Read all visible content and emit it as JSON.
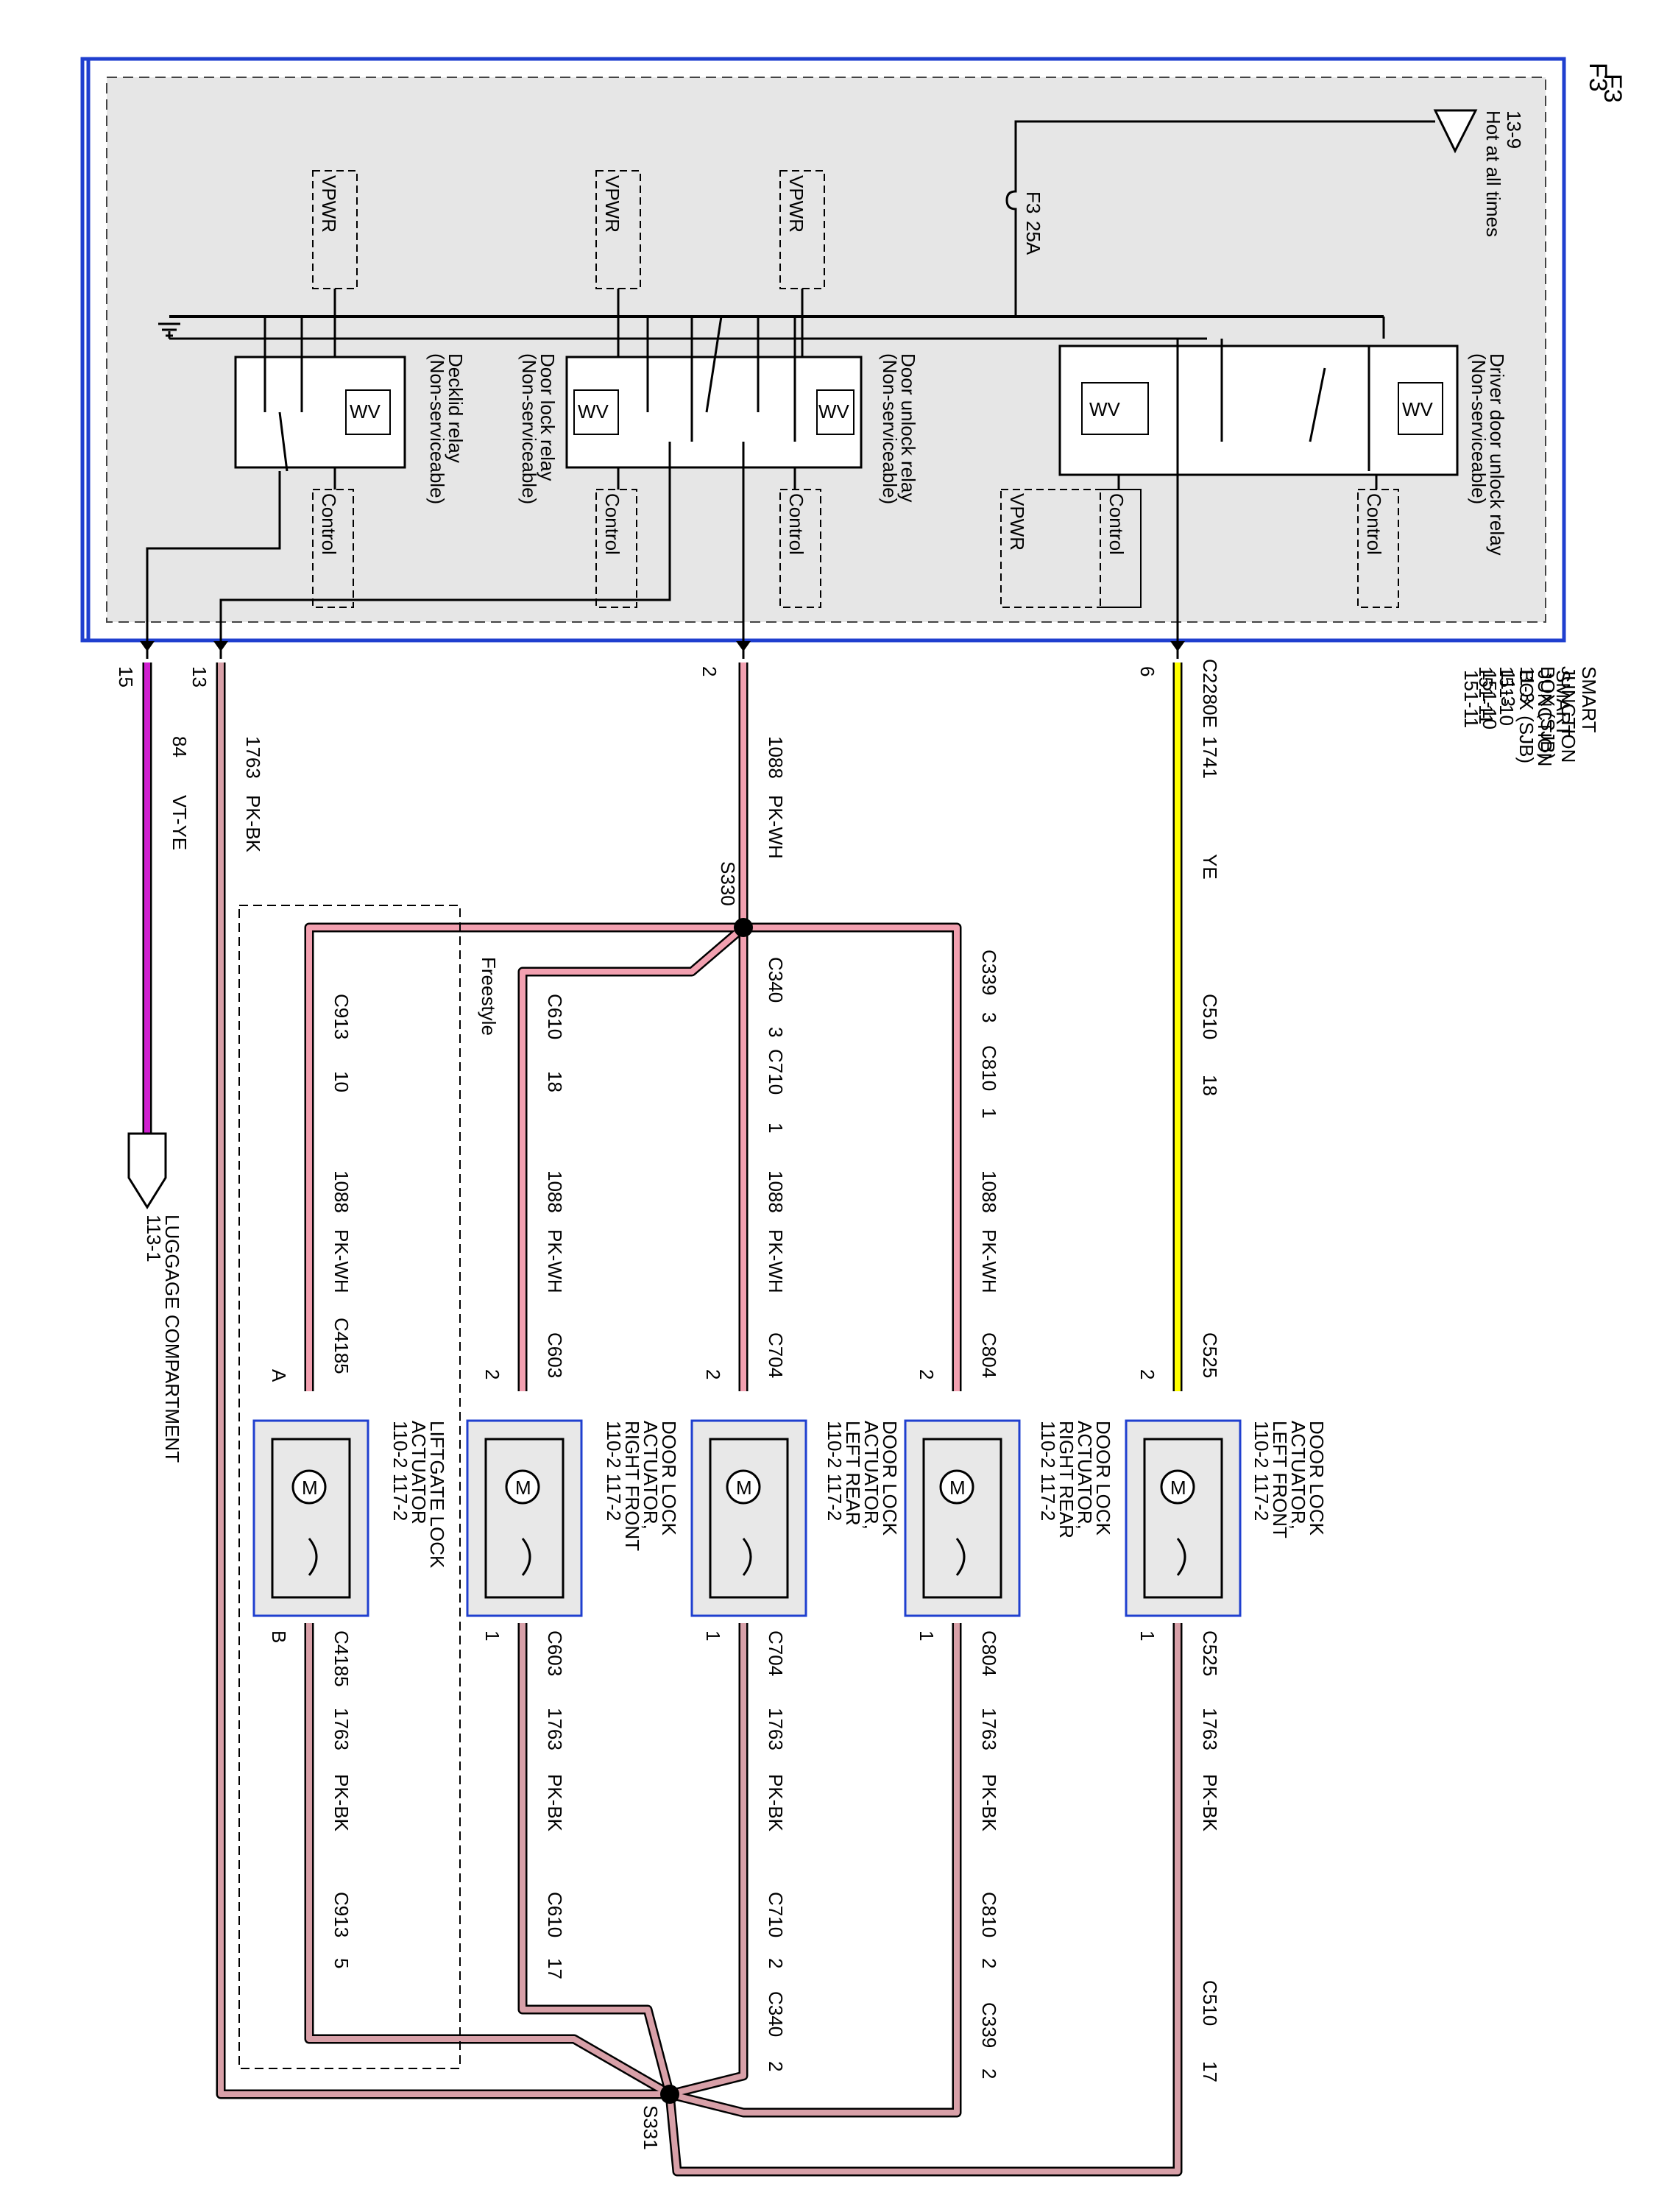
{
  "page_label": "F3",
  "sjb": {
    "name_lines": [
      "SMART",
      "JUNCTION",
      "BOX (SJB)"
    ],
    "refs": [
      "11-3",
      "151-10",
      "151-11"
    ],
    "connector": "C2280E",
    "pins": {
      "p6": "6",
      "p2": "2",
      "p13": "13",
      "p15": "15"
    }
  },
  "power": {
    "hot_label": "Hot at all times",
    "hot_ref": "13-9",
    "fuse_name": "F3",
    "fuse_rating": "25A"
  },
  "relays": [
    {
      "name": "Driver door unlock relay",
      "note": "(Non-serviceable)",
      "control": "Control"
    },
    {
      "name": "Door unlock relay",
      "note": "(Non-serviceable)",
      "control": "Control",
      "vpwr": "VPWR"
    },
    {
      "name": "Door lock relay",
      "note": "(Non-serviceable)",
      "control": "Control",
      "vpwr": "VPWR"
    },
    {
      "name": "Decklid relay",
      "note": "(Non-serviceable)",
      "control": "Control",
      "vpwr": "VPWR"
    }
  ],
  "extra_boxes": {
    "driver_control": "Control",
    "driver_vpwr": "VPWR"
  },
  "wires": {
    "w1741": {
      "circuit": "1741",
      "color": "YE"
    },
    "w1088": {
      "circuit": "1088",
      "color": "PK-WH"
    },
    "w1763": {
      "circuit": "1763",
      "color": "PK-BK"
    },
    "w84": {
      "circuit": "84",
      "color": "VT-YE"
    }
  },
  "splices": {
    "s330": "S330",
    "s331": "S331"
  },
  "connectors": {
    "c339": "C339",
    "c339_p3": "3",
    "c339_p2": "2",
    "c340": "C340",
    "c340_p3": "3",
    "c340_p2": "2",
    "c510": "C510",
    "c510_p18": "18",
    "c510_p17": "17",
    "c710": "C710",
    "c710_p1": "1",
    "c710_p2": "2",
    "c810": "C810",
    "c810_p1": "1",
    "c810_p2": "2",
    "c610": "C610",
    "c610_p18": "18",
    "c610_p17": "17",
    "c913": "C913",
    "c913_p10": "10",
    "c913_p5": "5",
    "c525": "C525",
    "c804": "C804",
    "c704": "C704",
    "c603": "C603",
    "c4185": "C4185",
    "pin2": "2",
    "pin1": "1",
    "pinA": "A",
    "pinB": "B"
  },
  "freestyle_label": "Freestyle",
  "actuators": [
    {
      "lines": [
        "DOOR LOCK",
        "ACTUATOR,",
        "LEFT FRONT"
      ],
      "refs": "110-2     117-2"
    },
    {
      "lines": [
        "DOOR LOCK",
        "ACTUATOR,",
        "RIGHT REAR"
      ],
      "refs": "110-2     117-2"
    },
    {
      "lines": [
        "DOOR LOCK",
        "ACTUATOR,",
        "LEFT REAR"
      ],
      "refs": "110-2     117-2"
    },
    {
      "lines": [
        "DOOR LOCK",
        "ACTUATOR,",
        "RIGHT FRONT"
      ],
      "refs": "110-2     117-2"
    },
    {
      "lines": [
        "LIFTGATE LOCK",
        "ACTUATOR"
      ],
      "refs": "110-2     117-2"
    }
  ],
  "luggage": {
    "label": "LUGGAGE COMPARTMENT",
    "ref": "113-1"
  },
  "colors": {
    "yellow": "#ffff00",
    "pink": "#f2a0b0",
    "violet": "#c000c0",
    "box_blue": "#1f3fcf",
    "sjb_fill": "#e6e6e6",
    "actuator_fill": "#e8e8e8"
  }
}
